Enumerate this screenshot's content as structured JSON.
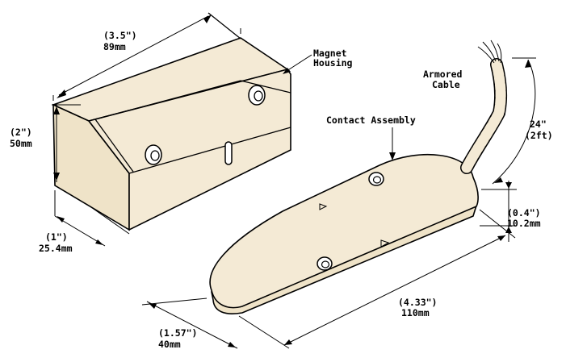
{
  "labels": {
    "magnet_housing_1": "Magnet",
    "magnet_housing_2": "Housing",
    "armored_cable_1": "Armored",
    "armored_cable_2": "Cable",
    "contact_assembly": "Contact Assembly",
    "cable_len_in": "24\"",
    "cable_len_ft": "(2ft)"
  },
  "dimensions": {
    "magnet_length_in": "(3.5\")",
    "magnet_length_mm": "89mm",
    "magnet_height_in": "(2\")",
    "magnet_height_mm": "50mm",
    "magnet_depth_in": "(1\")",
    "magnet_depth_mm": "25.4mm",
    "contact_height_in": "(0.4\")",
    "contact_height_mm": "10.2mm",
    "contact_length_in": "(4.33\")",
    "contact_length_mm": "110mm",
    "contact_width_in": "(1.57\")",
    "contact_width_mm": "40mm"
  },
  "colors": {
    "body": "#f4ead5",
    "line": "#000000"
  }
}
